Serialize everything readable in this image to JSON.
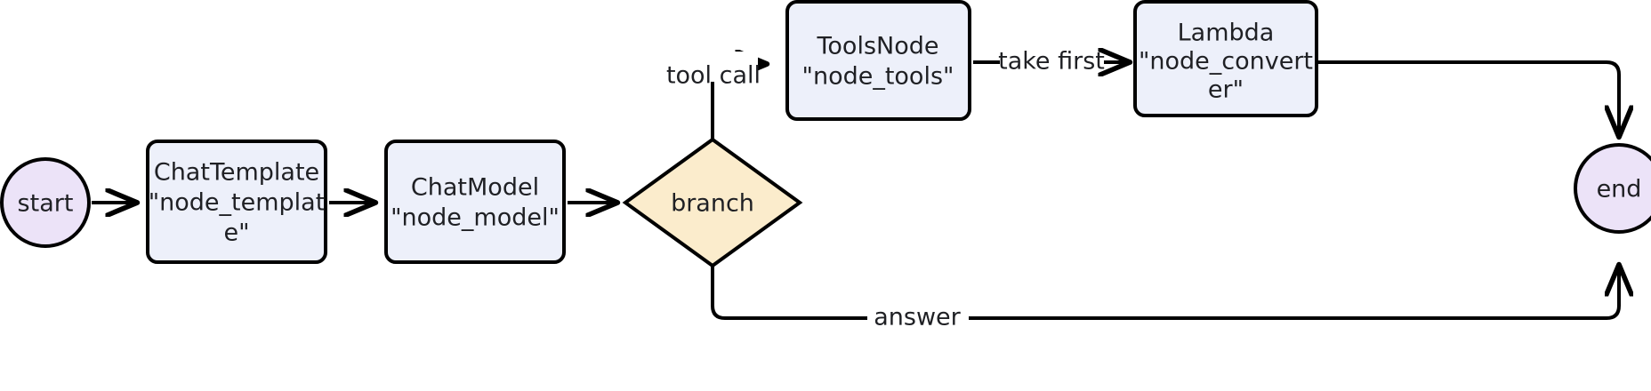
{
  "diagram": {
    "type": "flowchart",
    "title": "",
    "direction": "left-to-right",
    "colors": {
      "terminal_fill": "#ece3f8",
      "process_fill": "#edf0fa",
      "decision_fill": "#fbeccc",
      "stroke": "#000000",
      "text": "#1f2024",
      "background": "#ffffff"
    },
    "nodes": [
      {
        "id": "start",
        "shape": "circle",
        "label": "start",
        "lines": [
          "start"
        ]
      },
      {
        "id": "node_template",
        "shape": "rounded-rect",
        "label": "ChatTemplate \"node_template\"",
        "lines": [
          "ChatTemplate",
          "\"node_templat",
          "e\""
        ]
      },
      {
        "id": "node_model",
        "shape": "rounded-rect",
        "label": "ChatModel \"node_model\"",
        "lines": [
          "ChatModel",
          "\"node_model\""
        ]
      },
      {
        "id": "branch",
        "shape": "diamond",
        "label": "branch",
        "lines": [
          "branch"
        ]
      },
      {
        "id": "node_tools",
        "shape": "rounded-rect",
        "label": "ToolsNode \"node_tools\"",
        "lines": [
          "ToolsNode",
          "\"node_tools\""
        ]
      },
      {
        "id": "node_converter",
        "shape": "rounded-rect",
        "label": "Lambda \"node_converter\"",
        "lines": [
          "Lambda",
          "\"node_convert",
          "er\""
        ]
      },
      {
        "id": "end",
        "shape": "circle",
        "label": "end",
        "lines": [
          "end"
        ]
      }
    ],
    "edges": [
      {
        "id": "e1",
        "from": "start",
        "to": "node_template",
        "label": ""
      },
      {
        "id": "e2",
        "from": "node_template",
        "to": "node_model",
        "label": ""
      },
      {
        "id": "e3",
        "from": "node_model",
        "to": "branch",
        "label": ""
      },
      {
        "id": "e4",
        "from": "branch",
        "to": "node_tools",
        "label": "tool call"
      },
      {
        "id": "e5",
        "from": "node_tools",
        "to": "node_converter",
        "label": "take first"
      },
      {
        "id": "e6",
        "from": "node_converter",
        "to": "end",
        "label": ""
      },
      {
        "id": "e7",
        "from": "branch",
        "to": "end",
        "label": "answer"
      }
    ]
  }
}
